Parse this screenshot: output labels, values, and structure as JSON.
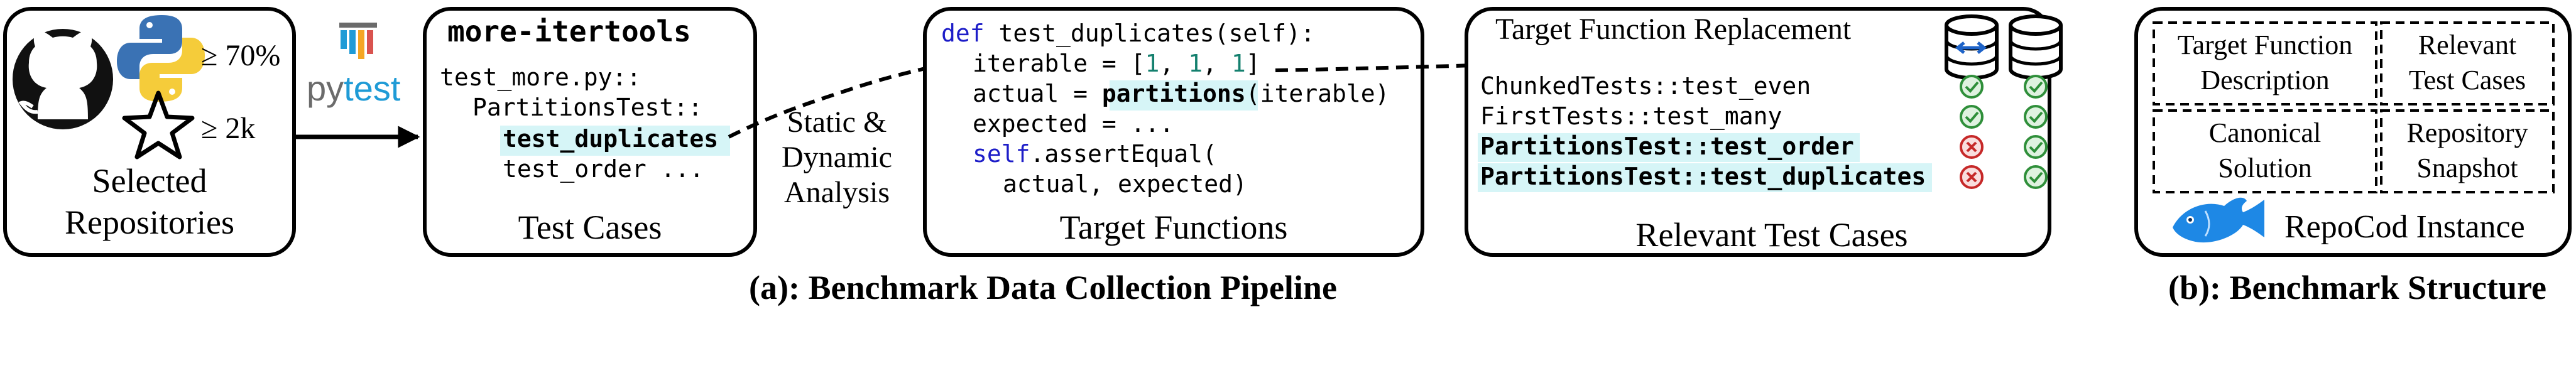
{
  "colors": {
    "highlight": "#d6f5f7",
    "keyword": "#1d1dc8",
    "number": "#14806e",
    "pass": "#2f8f3a",
    "fail": "#c62828",
    "pytest_blue": "#1f9bd6",
    "pytest_gray": "#6b6b6b",
    "fish_blue": "#1e88e5",
    "python_blue": "#3a72b4",
    "python_yellow": "#f5cc3a"
  },
  "icons": {
    "github": "github-icon",
    "python": "python-icon",
    "star": "star-icon",
    "pytest": "pytest-icon",
    "database": "database-icon",
    "replace_database": "replace-database-icon",
    "pass": "check-circle-icon",
    "fail": "cross-circle-icon",
    "fish": "fish-icon"
  },
  "repos": {
    "python_stat": "≥ 70%",
    "star_stat": "≥ 2k",
    "label_line1": "Selected",
    "label_line2": "Repositories"
  },
  "pytest_label": {
    "py": "py",
    "test": "test"
  },
  "tests_box": {
    "title": "more-itertools",
    "lines": [
      "test_more.py::",
      "PartitionsTest::",
      "test_duplicates",
      "test_order ..."
    ],
    "caption": "Test Cases"
  },
  "analysis_label": [
    "Static &",
    "Dynamic",
    "Analysis"
  ],
  "code_box": {
    "line1": {
      "kw": "def",
      "rest": " test_duplicates(self):"
    },
    "line2": {
      "pre": "iterable = [",
      "n1": "1",
      "c1": ", ",
      "n2": "1",
      "c2": ", ",
      "n3": "1",
      "post": "]"
    },
    "line3": {
      "pre": "actual = ",
      "fn": "partitions",
      "post": "(iterable)"
    },
    "line4": "expected = ...",
    "line5": {
      "kw": "self",
      "rest": ".assertEqual("
    },
    "line6": "actual, expected)",
    "caption": "Target Functions"
  },
  "relevant_box": {
    "header": "Target Function Replacement",
    "rows": [
      {
        "name": "ChunkedTests::test_even",
        "highlight": false,
        "replaced": "pass",
        "original": "pass"
      },
      {
        "name": "FirstTests::test_many",
        "highlight": false,
        "replaced": "pass",
        "original": "pass"
      },
      {
        "name": "PartitionsTest::test_order",
        "highlight": true,
        "replaced": "fail",
        "original": "pass"
      },
      {
        "name": "PartitionsTest::test_duplicates",
        "highlight": true,
        "replaced": "fail",
        "original": "pass"
      }
    ],
    "caption": "Relevant Test Cases"
  },
  "structure_box": {
    "cells": [
      [
        "Target Function",
        "Description"
      ],
      [
        "Relevant",
        "Test Cases"
      ],
      [
        "Canonical",
        "Solution"
      ],
      [
        "Repository",
        "Snapshot"
      ]
    ],
    "caption": "RepoCod Instance"
  },
  "caption_a": "(a): Benchmark Data Collection Pipeline",
  "caption_b": "(b): Benchmark Structure"
}
